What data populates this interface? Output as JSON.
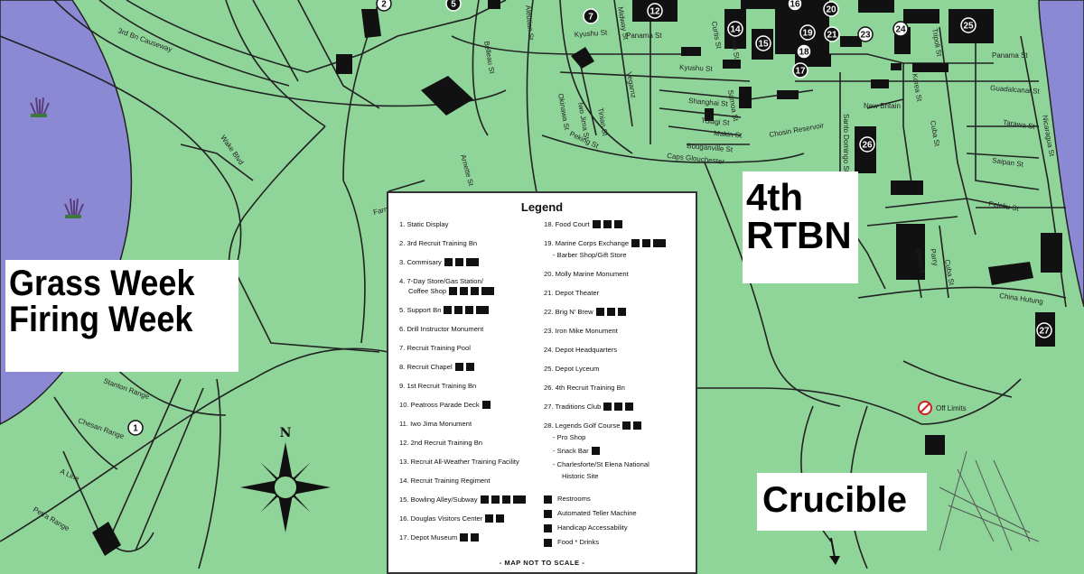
{
  "callouts": {
    "grass_line1": "Grass Week",
    "grass_line2": "Firing Week",
    "rtbn_line1": "4th",
    "rtbn_line2": "RTBN",
    "crucible": "Crucible"
  },
  "compass": {
    "north": "N"
  },
  "off_limits": "Off Limits",
  "roads": {
    "causeway": "3rd Bn Causeway",
    "wake": "Wake Blvd",
    "farm": "Farm Rd",
    "arnette": "Arnette St",
    "bellicana": "Belleau St",
    "aleutian": "Aleutian St",
    "kyushu1": "Kyushu St",
    "kyushu2": "Kyushu St",
    "panama1": "Panama St",
    "panama2": "Panama St",
    "shanghai": "Shanghai St",
    "tulagi": "Tulagi St",
    "makin": "Makin St",
    "bouganville": "Bouganville St",
    "caps": "Caps Glouchester",
    "chosin": "Chosin Reservoir",
    "newbritain": "New Britain",
    "guadalcanal": "Guadalcanal St",
    "tarawa": "Tarawa St",
    "saipan": "Saipan St",
    "peleliu": "Peleliu St",
    "chinahutung": "China Hutung",
    "stanton": "Stanton Range",
    "chesan": "Chesan Range",
    "aline": "A Line",
    "petra": "Petra Range",
    "okinawa": "Okinawa St",
    "iwojima": "Iwo Jima St",
    "tinian": "Tinian St",
    "peking": "Peking St",
    "santo": "Santo Domingo St",
    "samoa": "Samoa St",
    "korea": "Korea St",
    "cuba": "Cuba St",
    "emmett": "Emmett",
    "parry": "Parry",
    "cubast2": "Cuba St",
    "nicaragua": "Nicaragua St",
    "tripoli": "Tripoli St",
    "midway": "Midway St",
    "curtis": "Curtis St",
    "johnston": "Johnston St",
    "vegarnz": "Vegarnz"
  },
  "markers": [
    "1",
    "2",
    "5",
    "7",
    "12",
    "14",
    "15",
    "16",
    "17",
    "18",
    "19",
    "20",
    "21",
    "23",
    "24",
    "25",
    "26",
    "27"
  ],
  "legend": {
    "title": "Legend",
    "left": [
      "1. Static Display",
      "2. 3rd Recruit Training Bn",
      "3. Commisary",
      "4. 7-Day Store/Gas Station/",
      "Coffee Shop",
      "5. Support Bn",
      "6. Drill Instructor Monument",
      "7. Recruit Training Pool",
      "8. Recruit Chapel",
      "9. 1st Recruit Training Bn",
      "10. Peatross Parade Deck",
      "11. Iwo Jima Monument",
      "12. 2nd Recruit Training Bn",
      "13. Recruit All-Weather Training Facility",
      "14. Recruit Training Regiment",
      "15. Bowling Alley/Subway",
      "16. Douglas Visitors Center",
      "17. Depot Museum"
    ],
    "right": [
      "18. Food Court",
      "19. Marine Corps Exchange",
      "- Barber Shop/Gift Store",
      "20. Molly Marine Monument",
      "21. Depot Theater",
      "22. Brig N' Brew",
      "23. Iron Mike Monument",
      "24. Depot Headquarters",
      "25. Depot Lyceum",
      "26. 4th Recruit Training Bn",
      "27. Traditions Club",
      "28. Legends Golf Course",
      "- Pro Shop",
      "- Snack Bar",
      "- Charlesforte/St Elena National",
      "Historic Site"
    ],
    "key": [
      "Restrooms",
      "Automated Teller Machine",
      "Handicap Accessability",
      "Food * Drinks"
    ],
    "footer": "- MAP NOT TO SCALE -"
  }
}
